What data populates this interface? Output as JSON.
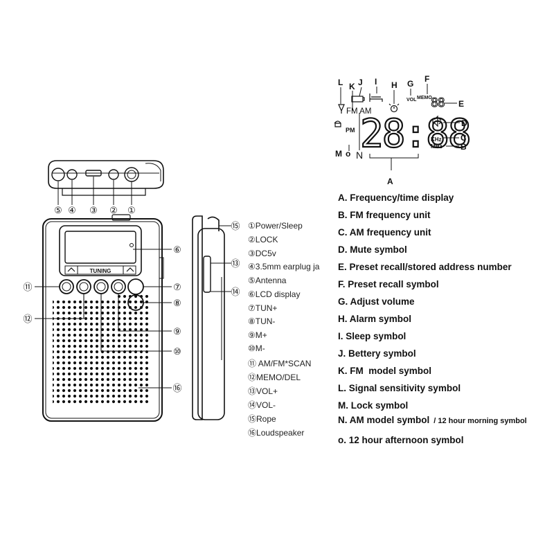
{
  "legend": [
    {
      "num": "①",
      "text": "Power/Sleep"
    },
    {
      "num": "②",
      "text": "LOCK"
    },
    {
      "num": "③",
      "text": "DC5v"
    },
    {
      "num": "④",
      "text": "3.5mm earplug ja"
    },
    {
      "num": "⑤",
      "text": "Antenna"
    },
    {
      "num": "⑥",
      "text": "LCD display"
    },
    {
      "num": "⑦",
      "text": "TUN+"
    },
    {
      "num": "⑧",
      "text": "TUN-"
    },
    {
      "num": "⑨",
      "text": "M+"
    },
    {
      "num": "⑩",
      "text": "M-"
    },
    {
      "num": "⑪",
      "text": " AM/FM*SCAN"
    },
    {
      "num": "⑫",
      "text": "MEMO/DEL"
    },
    {
      "num": "⑬",
      "text": "VOL+"
    },
    {
      "num": "⑭",
      "text": "VOL-"
    },
    {
      "num": "⑮",
      "text": "Rope"
    },
    {
      "num": "⑯",
      "text": "Loudspeaker"
    }
  ],
  "keys": [
    {
      "letter": "A.",
      "text": "Frequency/time display",
      "note": ""
    },
    {
      "letter": "B.",
      "text": "FM frequency unit",
      "note": ""
    },
    {
      "letter": "C.",
      "text": "AM frequency unit",
      "note": ""
    },
    {
      "letter": "D.",
      "text": "Mute symbol",
      "note": ""
    },
    {
      "letter": "E.",
      "text": "Preset recall/stored address number",
      "note": ""
    },
    {
      "letter": "F.",
      "text": "Preset recall symbol",
      "note": ""
    },
    {
      "letter": "G.",
      "text": "Adjust volume",
      "note": ""
    },
    {
      "letter": "H.",
      "text": "Alarm symbol",
      "note": ""
    },
    {
      "letter": "I.",
      "text": "Sleep symbol",
      "note": ""
    },
    {
      "letter": "J.",
      "text": "Bettery symbol",
      "note": ""
    },
    {
      "letter": "K.",
      "text": "FM  model symbol",
      "note": ""
    },
    {
      "letter": "L.",
      "text": "Signal sensitivity symbol",
      "note": ""
    },
    {
      "letter": "M.",
      "text": "Lock symbol",
      "note": ""
    },
    {
      "letter": "N.",
      "text": "AM model symbol",
      "note": "/ 12 hour morning symbol"
    },
    {
      "letter": "o.",
      "text": "12 hour afternoon symbol",
      "note": ""
    }
  ],
  "device": {
    "tuning_label": "TUNING"
  },
  "lcd": {
    "digits": "28:88",
    "preset_digits": "88",
    "fm_am": "FM AM",
    "pm": "PM",
    "vol": "VOL",
    "memo": "MEMO",
    "khz": "KHz",
    "mhz": "MHz",
    "letters": {
      "L": "L",
      "K": "K",
      "J": "J",
      "I": "I",
      "H": "H",
      "G": "G",
      "F": "F",
      "E": "E",
      "D": "D",
      "C": "C",
      "B": "B",
      "A": "A",
      "M": "M",
      "o": "o",
      "N": "N"
    }
  },
  "callouts": [
    "⑮",
    "⑬",
    "⑭",
    "⑥",
    "⑦",
    "⑧",
    "⑨",
    "⑩",
    "⑪",
    "⑫",
    "⑯",
    "⑤",
    "④",
    "③",
    "②",
    "①"
  ]
}
